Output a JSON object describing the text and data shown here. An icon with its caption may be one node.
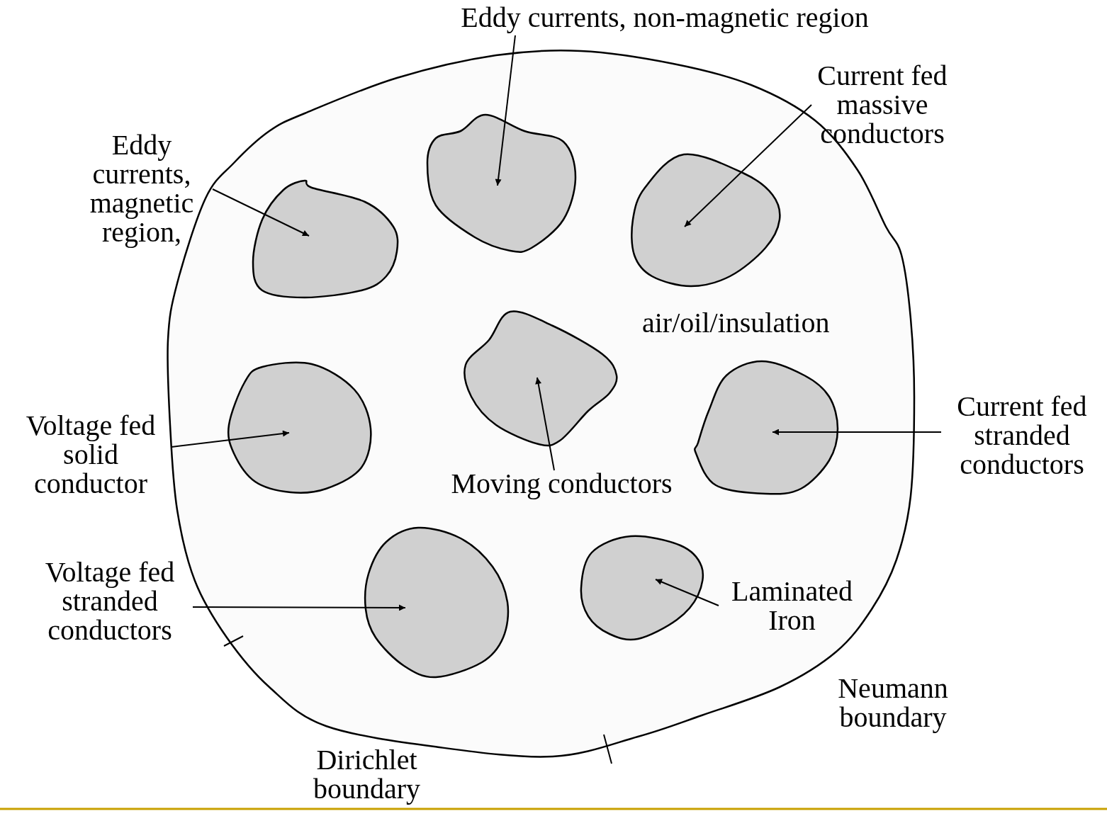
{
  "diagram": {
    "nodes": [
      {
        "text": [
          "air/oil/insulation"
        ]
      },
      {
        "text": [],
        "shape": "blob",
        "in": 0
      },
      {
        "text": [],
        "shape": "blob",
        "in": 0
      },
      {
        "text": [],
        "shape": "blob",
        "in": 0
      },
      {
        "text": [],
        "shape": "blob",
        "in": 0
      },
      {
        "text": [],
        "shape": "blob",
        "in": 0
      },
      {
        "text": [],
        "shape": "blob",
        "in": 0
      },
      {
        "text": [],
        "shape": "blob",
        "in": 0
      },
      {
        "text": [],
        "shape": "blob",
        "in": 0
      },
      {
        "text": [
          "Eddy currents, non-magnetic region"
        ]
      },
      {
        "text": [
          "Current fed massive conductors"
        ]
      },
      {
        "text": [
          "Eddy currents, magnetic region,"
        ]
      },
      {
        "text": [
          "Voltage fed solid conductor"
        ]
      },
      {
        "text": [
          "Moving conductors"
        ],
        "in": 0
      },
      {
        "text": [
          "Current fed stranded conductors"
        ]
      },
      {
        "text": [
          "Voltage fed stranded conductors"
        ]
      },
      {
        "text": [
          "Laminated Iron"
        ],
        "in": 0
      }
    ],
    "edges": [
      {
        "from": 9,
        "to": 2,
        "arrow": "to"
      },
      {
        "from": 10,
        "to": 3,
        "arrow": "to"
      },
      {
        "from": 11,
        "to": 1,
        "arrow": "to"
      },
      {
        "from": 12,
        "to": 5,
        "arrow": "to"
      },
      {
        "from": 13,
        "to": 4,
        "arrow": "to"
      },
      {
        "from": 14,
        "to": 6,
        "arrow": "to"
      },
      {
        "from": 15,
        "to": 7,
        "arrow": "to"
      },
      {
        "from": 16,
        "to": 8,
        "arrow": "to"
      }
    ],
    "labels": [
      "Neumann boundary",
      "Dirichlet boundary"
    ]
  }
}
